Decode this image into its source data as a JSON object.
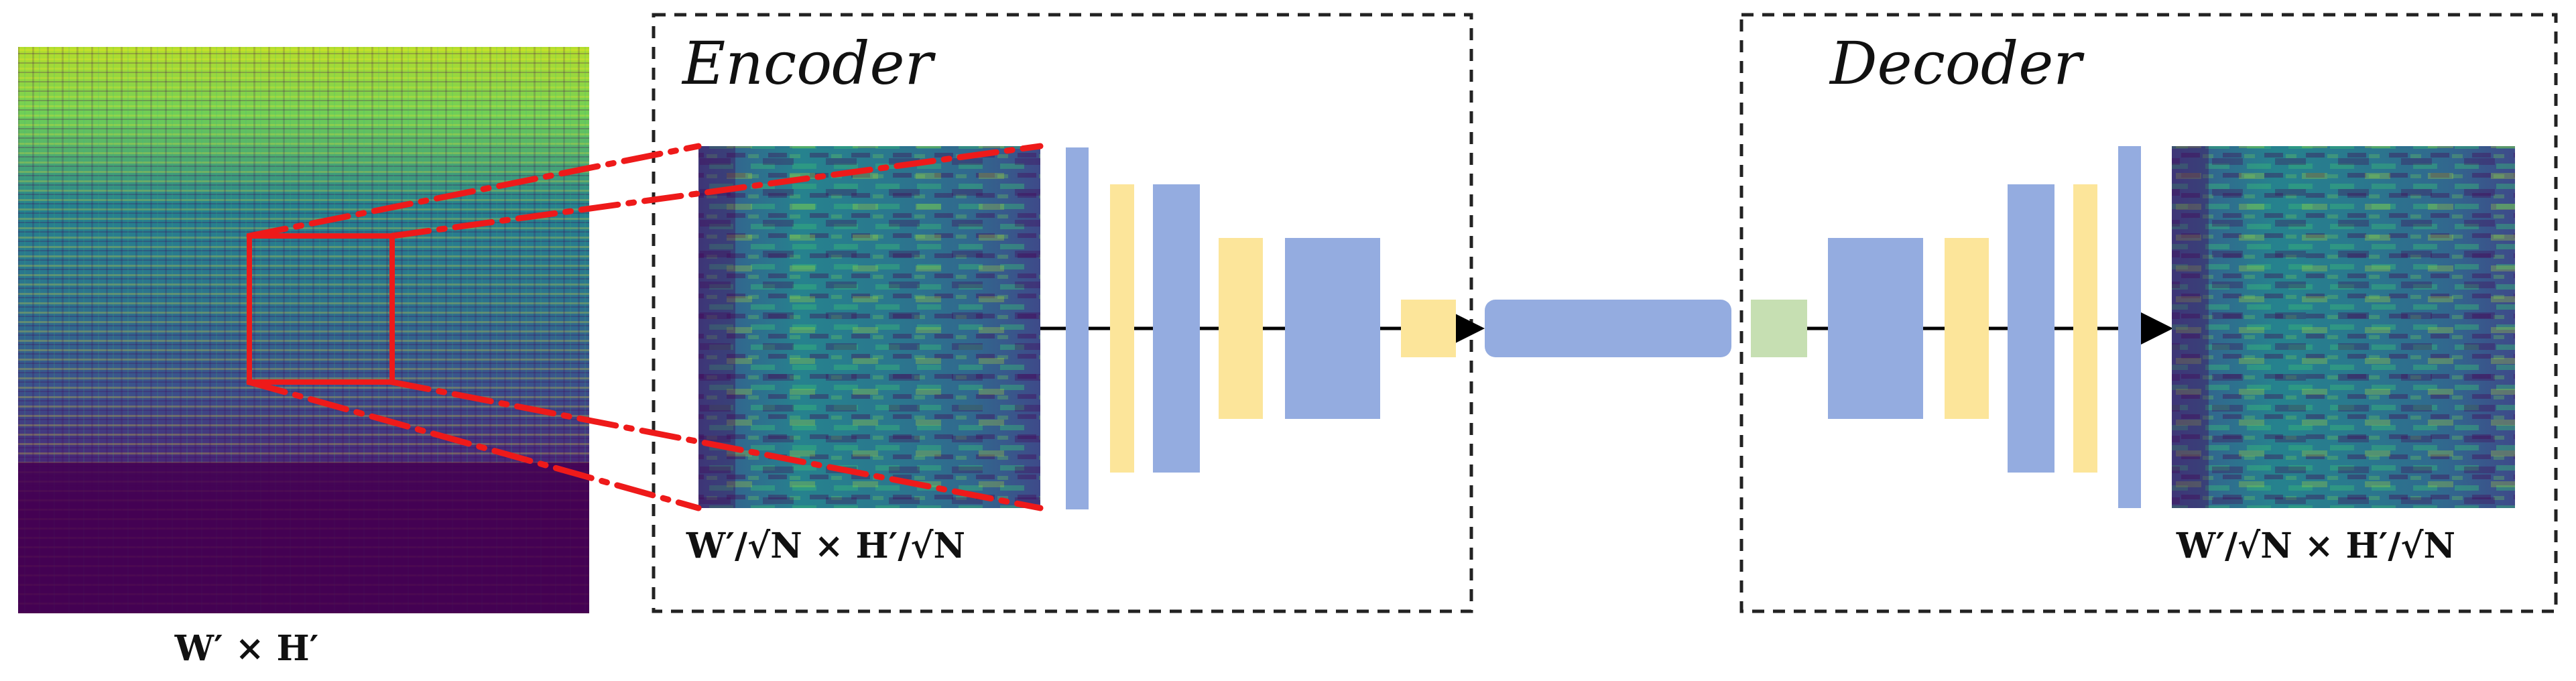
{
  "encoder": {
    "title": "Encoder",
    "patch_label": "W′/√N × H′/√N"
  },
  "decoder": {
    "title": "Decoder",
    "patch_label": "W′/√N × H′/√N"
  },
  "full_image_label": "W′ × H′",
  "colors": {
    "layer_blue": "#94ace0",
    "layer_yellow": "#fce59a",
    "latent_green": "#c6dfb2",
    "zoom_red": "#ee1a1a",
    "box_border": "#222222",
    "heatmap_low": "#440154",
    "heatmap_mid": "#21918c",
    "heatmap_high": "#fde725"
  }
}
